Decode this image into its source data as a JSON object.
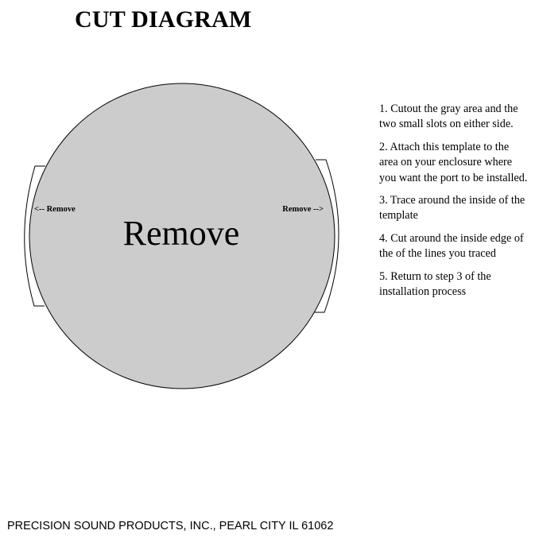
{
  "title": "CUT DIAGRAM",
  "diagram": {
    "center_label": "Remove",
    "left_slot_label": "<-- Remove",
    "right_slot_label": "Remove -->",
    "fill_color": "#cccccc",
    "stroke_color": "#000000"
  },
  "instructions": [
    "1. Cutout the gray area and the two small slots on either side.",
    "2. Attach this template to the area on your enclosure where you want the port to be installed.",
    "3. Trace around the inside of the template",
    "4. Cut around the inside edge of the of the lines you traced",
    "5. Return to step 3 of the installation process"
  ],
  "footer": "PRECISION SOUND PRODUCTS, INC., PEARL CITY IL 61062"
}
